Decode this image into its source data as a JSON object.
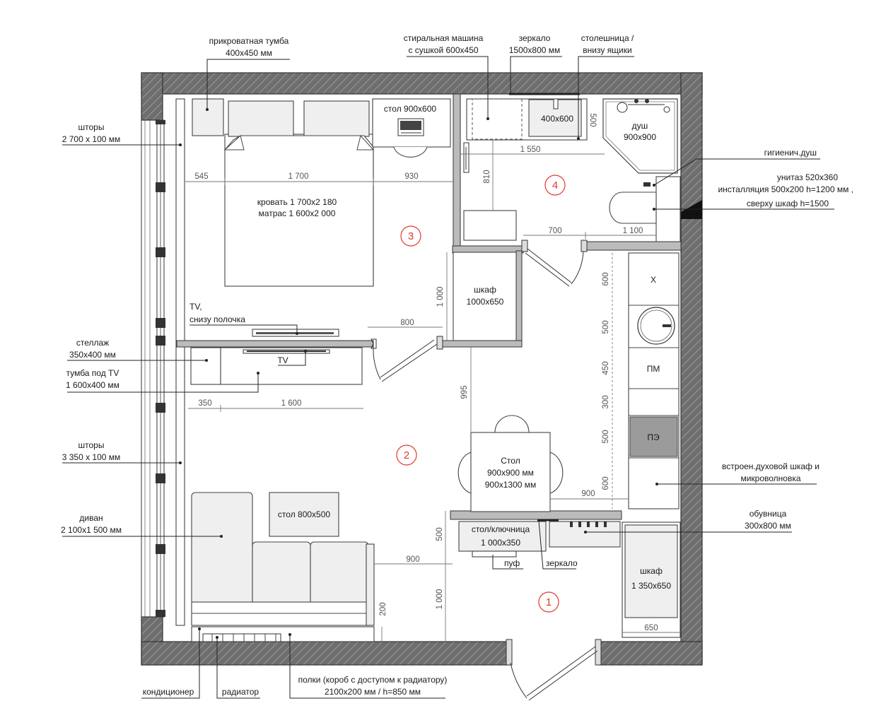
{
  "labels": {
    "nightstand": [
      "прикроватная тумба",
      "400x450 мм"
    ],
    "washer": [
      "стиральная машина",
      "с сушкой 600x450"
    ],
    "mirror_top": [
      "зеркало",
      "1500x800 мм"
    ],
    "countertop": [
      "столешница /",
      "внизу ящики"
    ],
    "curtains1": [
      "шторы",
      "2 700 x 100 мм"
    ],
    "tv_shelf": [
      "TV,",
      "снизу полочка"
    ],
    "rack": [
      "стеллаж",
      "350x400 мм"
    ],
    "tv_stand": [
      "тумба под TV",
      "1 600x400 мм"
    ],
    "curtains2": [
      "шторы",
      "3 350 x 100 мм"
    ],
    "sofa": [
      "диван",
      "2 100x1 500 мм"
    ],
    "hygiene_shower": [
      "гигиенич.душ"
    ],
    "toilet": [
      "унитаз 520x360",
      "инсталляция 500x200 h=1200 мм ,",
      "сверху шкаф h=1500"
    ],
    "oven": [
      "встроен.духовой шкаф и",
      "микроволновка"
    ],
    "shoe_rack": [
      "обувница",
      "300x800 мм"
    ],
    "conditioner": [
      "кондиционер"
    ],
    "radiator": [
      "радиатор"
    ],
    "shelves": [
      "полки (короб с доступом к радиатору)",
      "2100x200 мм / h=850 мм"
    ],
    "mirror_hall": [
      "зеркало"
    ],
    "pouf": [
      "пуф"
    ]
  },
  "items": {
    "desk": "стол 900x600",
    "sink": "400x600",
    "shower": [
      "душ",
      "900x900"
    ],
    "bed": [
      "кровать 1 700x2 180",
      "матрас 1 600x2 000"
    ],
    "wardrobe1": [
      "шкаф",
      "1000x650"
    ],
    "tv": "TV",
    "coffee_table": "стол 800x500",
    "table": [
      "Стол",
      "900x900 мм",
      "900x1300 мм"
    ],
    "console": [
      "стол/ключница",
      "1 000x350"
    ],
    "wardrobe2": [
      "шкаф",
      "1 350x650"
    ],
    "kitchen_x": "Х",
    "kitchen_pm": "ПМ",
    "kitchen_pe": "ПЭ"
  },
  "rooms": [
    "1",
    "2",
    "3",
    "4"
  ],
  "dims": {
    "d545": "545",
    "d1700": "1 700",
    "d930": "930",
    "d1550": "1 550",
    "d810": "810",
    "d500b": "500",
    "d700": "700",
    "d1100": "1 100",
    "d1000a": "1 000",
    "d800": "800",
    "d350": "350",
    "d1600": "1 600",
    "d995": "995",
    "k600a": "600",
    "k500a": "500",
    "k450": "450",
    "k300": "300",
    "k500b": "500",
    "k600b": "600",
    "d900a": "900",
    "d500c": "500",
    "d900b": "900",
    "d1000b": "1 000",
    "d200": "200",
    "d650": "650"
  }
}
